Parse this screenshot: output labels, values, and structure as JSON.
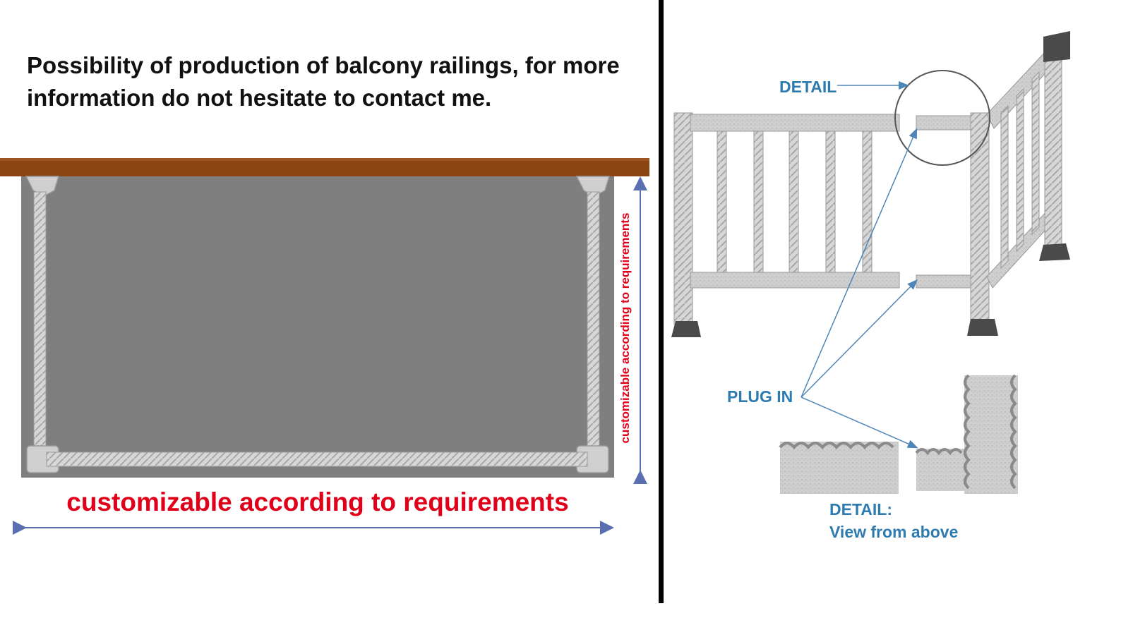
{
  "headline": "Possibility of production of balcony railings, for more information do not hesitate to contact me.",
  "dimension_notes": {
    "height": "customizable according to requirements",
    "width": "customizable according to requirements"
  },
  "callouts": {
    "detail": "DETAIL",
    "plug_in": "PLUG IN",
    "detail_view_line1": "DETAIL:",
    "detail_view_line2": "View from above"
  },
  "colors": {
    "handrail": "#8a4513",
    "panel": "#7f7f7f",
    "railing": "#dcdcdc",
    "dimension_text": "#e0001a",
    "callout_text": "#2e7bb0",
    "dimension_arrow": "#5a6fb0"
  }
}
